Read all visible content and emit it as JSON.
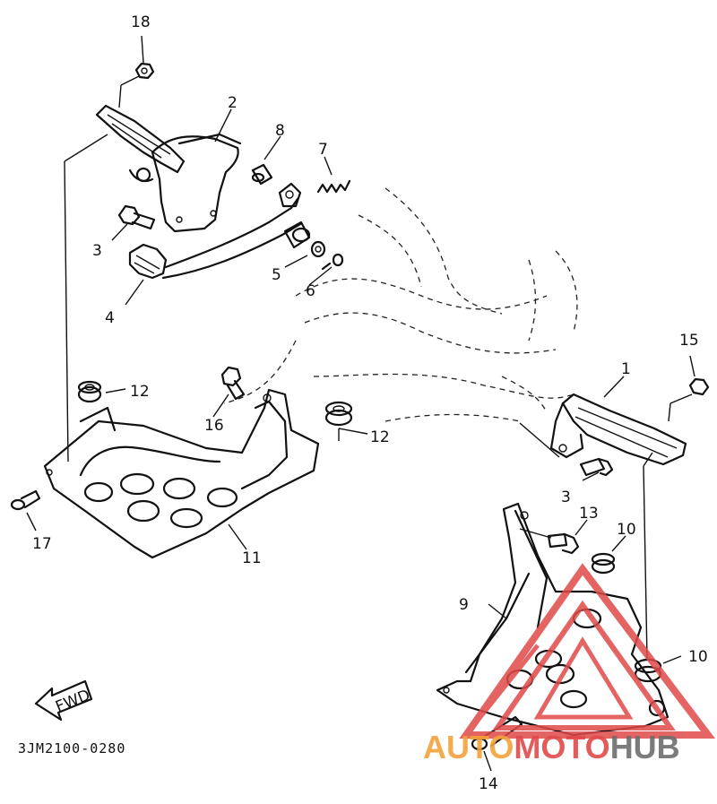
{
  "diagram": {
    "part_numbers": [
      "1",
      "2",
      "3",
      "4",
      "5",
      "6",
      "7",
      "8",
      "9",
      "10",
      "11",
      "12",
      "13",
      "14",
      "15",
      "16",
      "17",
      "18"
    ],
    "labels": {
      "n1": "1",
      "n2": "2",
      "n3a": "3",
      "n3b": "3",
      "n4": "4",
      "n5": "5",
      "n6": "6",
      "n7": "7",
      "n8": "8",
      "n9": "9",
      "n10a": "10",
      "n10b": "10",
      "n11": "11",
      "n12a": "12",
      "n12b": "12",
      "n13": "13",
      "n14": "14",
      "n15": "15",
      "n16": "16",
      "n17": "17",
      "n18": "18"
    },
    "fwd_label": "FWD",
    "drawing_code": "3JM2100-0280"
  },
  "watermark": {
    "part1": "AUTO",
    "part2": "MOTO",
    "part3": "HUB",
    "colors": {
      "orange": "#f2a33a",
      "red": "#e04a4a",
      "gray": "#6d6d6d"
    }
  }
}
